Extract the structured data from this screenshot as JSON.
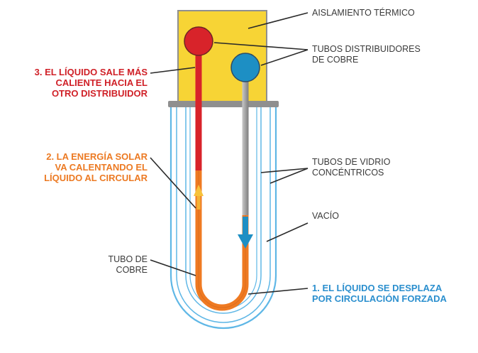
{
  "colors": {
    "insulation": "#f7d435",
    "frame": "#8f8f8f",
    "glass": "#5fb7e6",
    "hot": "#d8232a",
    "warm": "#ef7a22",
    "cold": "#1d8fc4",
    "pipe": "#9a9a9a",
    "label_dark": "#3a3a3a",
    "label_red": "#d02128",
    "label_orange": "#ec7a23",
    "label_blue": "#2b8fce"
  },
  "labels": {
    "insulation": "AISLAMIENTO TÉRMICO",
    "distributors": [
      "TUBOS DISTRIBUIDORES",
      "DE COBRE"
    ],
    "glass_tubes": [
      "TUBOS DE VIDRIO",
      "CONCÉNTRICOS"
    ],
    "vacuum": "VACÍO",
    "copper_tube": [
      "TUBO DE",
      "COBRE"
    ]
  },
  "steps": {
    "step3": [
      "3. EL LÍQUIDO SALE MÁS",
      "CALIENTE HACIA EL",
      "OTRO DISTRIBUIDOR"
    ],
    "step2": [
      "2. LA ENERGÍA SOLAR",
      "VA CALENTANDO EL",
      "LÍQUIDO AL CIRCULAR"
    ],
    "step1": [
      "1. EL LÍQUIDO SE DESPLAZA",
      "POR CIRCULACIÓN FORZADA"
    ]
  }
}
